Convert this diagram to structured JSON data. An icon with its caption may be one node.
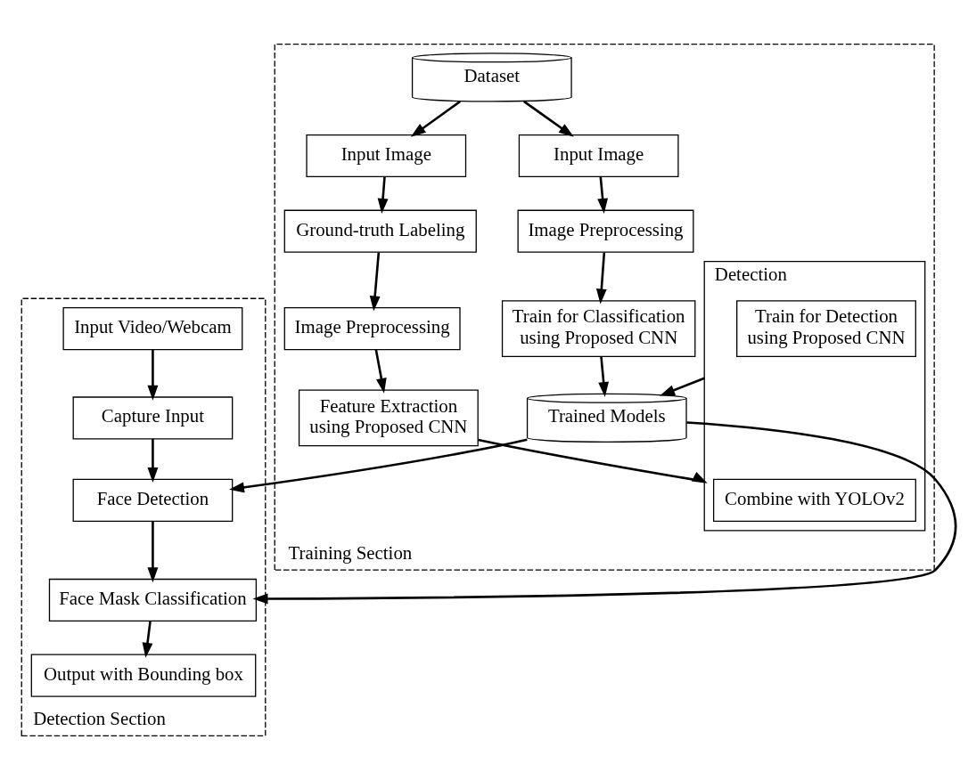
{
  "diagram": {
    "nodes": [
      {
        "text": [
          "Training Section"
        ]
      },
      {
        "text": [
          "Input Image"
        ],
        "in": 0
      },
      {
        "text": [
          "Dataset"
        ],
        "in": 0
      },
      {
        "text": [
          "Ground-truth Labeling"
        ],
        "in": 0
      },
      {
        "text": [
          "Input Image"
        ],
        "in": 0
      },
      {
        "text": [
          "Image Preprocessing"
        ],
        "in": 0
      },
      {
        "text": [
          "Image Preprocessing"
        ],
        "in": 0
      },
      {
        "text": [
          "Feature Extraction using Proposed CNN"
        ],
        "in": 0
      },
      {
        "text": [
          "Train for Classification using Proposed CNN"
        ],
        "in": 0
      },
      {
        "text": [
          "Detection"
        ],
        "in": 0
      },
      {
        "text": [
          "Combine with YOLOv2"
        ],
        "in": 9
      },
      {
        "text": [
          "Train for Detection using Proposed CNN"
        ],
        "in": 9
      },
      {
        "text": [
          "Trained Models"
        ],
        "in": 0
      },
      {
        "text": [
          "Detection Section"
        ]
      },
      {
        "text": [
          "Input Video/Webcam"
        ],
        "in": 13
      },
      {
        "text": [
          "Capture Input"
        ],
        "in": 13
      },
      {
        "text": [
          "Face Detection"
        ],
        "in": 13
      },
      {
        "text": [
          "Face Mask Classification"
        ],
        "in": 13
      },
      {
        "text": [
          "Output with Bounding box"
        ],
        "in": 13
      }
    ],
    "edges": [
      {
        "from": 2,
        "to": 1,
        "arrow": "to"
      },
      {
        "from": 1,
        "to": 3,
        "arrow": "to"
      },
      {
        "from": 3,
        "to": 5,
        "arrow": "to"
      },
      {
        "from": 5,
        "to": 7,
        "arrow": "to"
      },
      {
        "from": 7,
        "to": 9,
        "arrow": "to"
      },
      {
        "from": 2,
        "to": 4,
        "arrow": "to"
      },
      {
        "from": 4,
        "to": 6,
        "arrow": "to"
      },
      {
        "from": 6,
        "to": 8,
        "arrow": "to"
      },
      {
        "from": 8,
        "to": 12,
        "arrow": "to"
      },
      {
        "from": 9,
        "to": 12,
        "arrow": "to"
      },
      {
        "from": 12,
        "to": 16,
        "arrow": "to"
      },
      {
        "from": 12,
        "to": 17,
        "arrow": "to"
      },
      {
        "from": 14,
        "to": 15,
        "arrow": "to"
      },
      {
        "from": 15,
        "to": 16,
        "arrow": "to"
      },
      {
        "from": 16,
        "to": 17,
        "arrow": "to"
      },
      {
        "from": 17,
        "to": 18,
        "arrow": "to"
      }
    ]
  }
}
